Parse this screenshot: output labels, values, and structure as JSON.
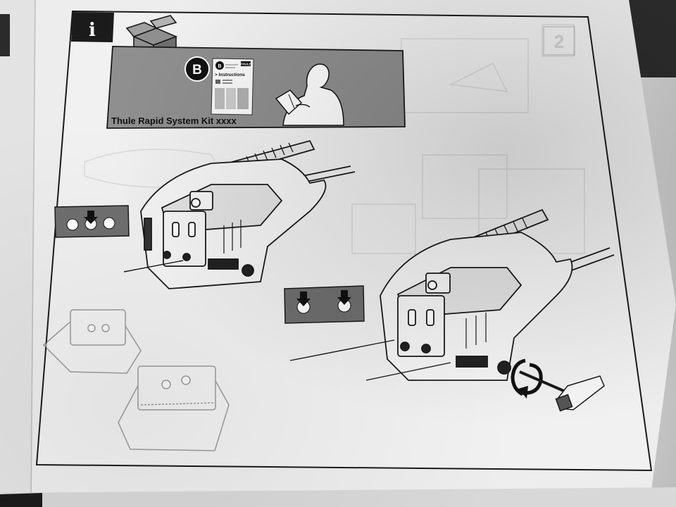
{
  "step_badge": {
    "label": "i"
  },
  "kit_banner": {
    "text": "Thule Rapid System Kit xxxx",
    "badge_letter": "B"
  },
  "booklet": {
    "badge_letter": "B",
    "brand": "THULE",
    "heading": "> Instructions"
  },
  "next_page": {
    "number": "2"
  },
  "colors": {
    "banner_bg": "#8f8f8f",
    "badge_bg": "#1b1b1b",
    "line": "#1a1a1a",
    "panel_bg": "#6f6f6f"
  },
  "icons": {
    "info_badge": "info-icon",
    "box": "open-box-icon",
    "reader": "person-reading-icon",
    "hole_single": "hole-arrow-single-icon",
    "hole_double": "hole-arrow-double-icon",
    "wrench": "hex-key-icon",
    "rotate": "rotate-arrow-icon"
  }
}
